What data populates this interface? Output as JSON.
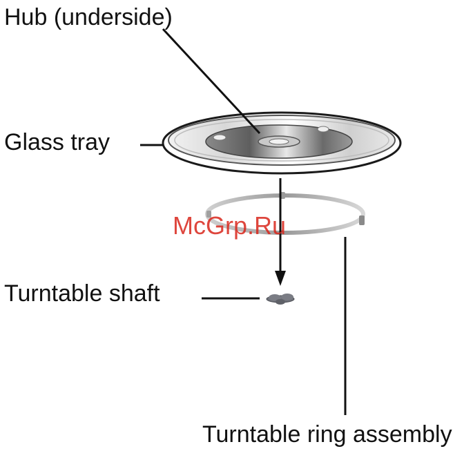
{
  "labels": {
    "hub": "Hub (underside)",
    "glass_tray": "Glass tray",
    "turntable_shaft": "Turntable shaft",
    "turntable_ring": "Turntable ring assembly"
  },
  "watermark": "McGrp.Ru",
  "colors": {
    "line": "#111111",
    "watermark": "#d9261c",
    "tray_rim": "#1a1a1a",
    "ring": "#b8b8b8",
    "shaft": "#6e7078"
  }
}
